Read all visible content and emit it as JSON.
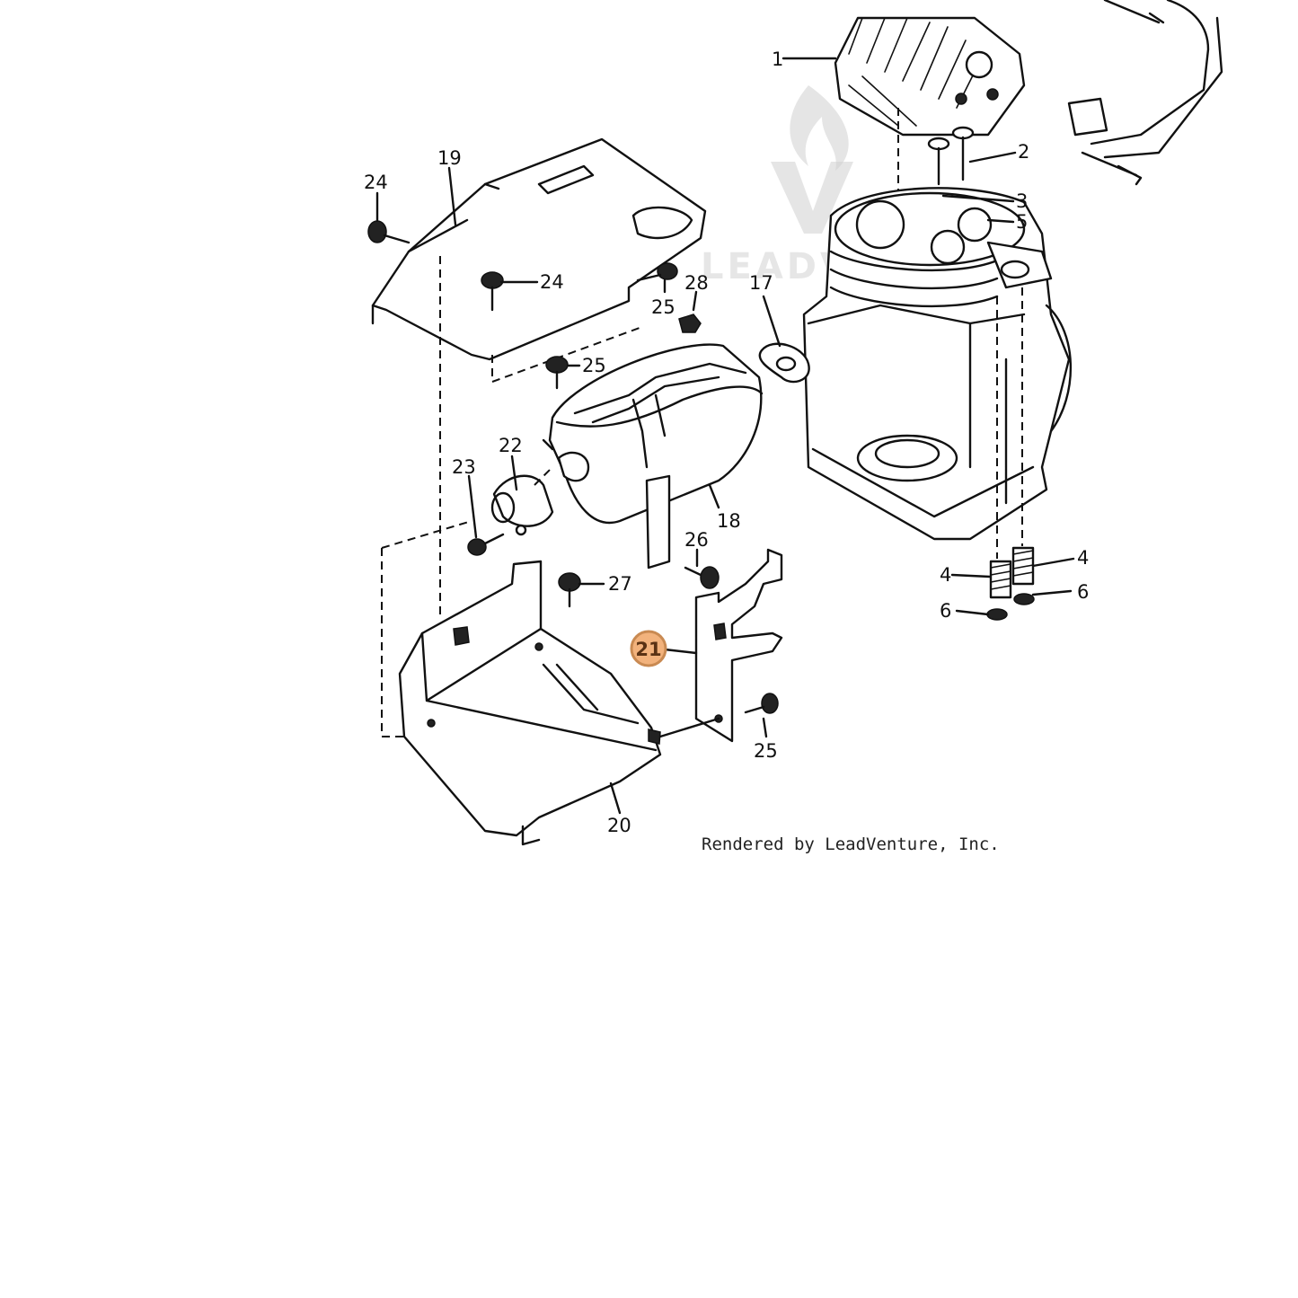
{
  "watermark": {
    "text": "LEADVENTURE"
  },
  "credit": "Rendered by LeadVenture, Inc.",
  "highlight": {
    "callout": "21",
    "color": "#f2b27c"
  },
  "callouts": {
    "c1": "1",
    "c2": "2",
    "c3": "3",
    "c5": "5",
    "c17": "17",
    "c19": "19",
    "c24a": "24",
    "c24b": "24",
    "c25a": "25",
    "c25b": "25",
    "c25c": "25",
    "c28": "28",
    "c22": "22",
    "c23": "23",
    "c18": "18",
    "c26": "26",
    "c27": "27",
    "c4a": "4",
    "c4b": "4",
    "c6a": "6",
    "c6b": "6",
    "c20": "20"
  }
}
